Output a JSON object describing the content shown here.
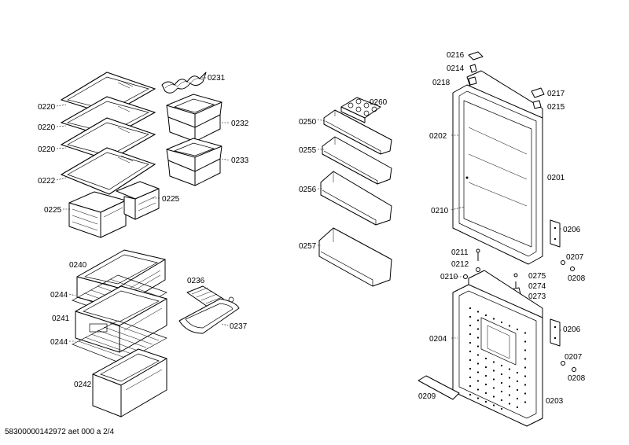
{
  "footer": "58300000142972 aet 000 a 2/4",
  "labels": {
    "l0231": "0231",
    "l0232": "0232",
    "l0233": "0233",
    "l0220a": "0220",
    "l0220b": "0220",
    "l0220c": "0220",
    "l0222": "0222",
    "l0225a": "0225",
    "l0225b": "0225",
    "l0240": "0240",
    "l0244a": "0244",
    "l0241": "0241",
    "l0244b": "0244",
    "l0242": "0242",
    "l0236": "0236",
    "l0237": "0237",
    "l0260": "0260",
    "l0250": "0250",
    "l0255": "0255",
    "l0256": "0256",
    "l0257": "0257",
    "l0216": "0216",
    "l0214": "0214",
    "l0218": "0218",
    "l0217": "0217",
    "l0215": "0215",
    "l0202": "0202",
    "l0201": "0201",
    "l0210a": "0210",
    "l0206a": "0206",
    "l0207a": "0207",
    "l0208a": "0208",
    "l0211": "0211",
    "l0212": "0212",
    "l0210b": "0210",
    "l0275": "0275",
    "l0274": "0274",
    "l0273": "0273",
    "l0204": "0204",
    "l0206b": "0206",
    "l0207b": "0207",
    "l0208b": "0208",
    "l0209": "0209",
    "l0203": "0203"
  }
}
